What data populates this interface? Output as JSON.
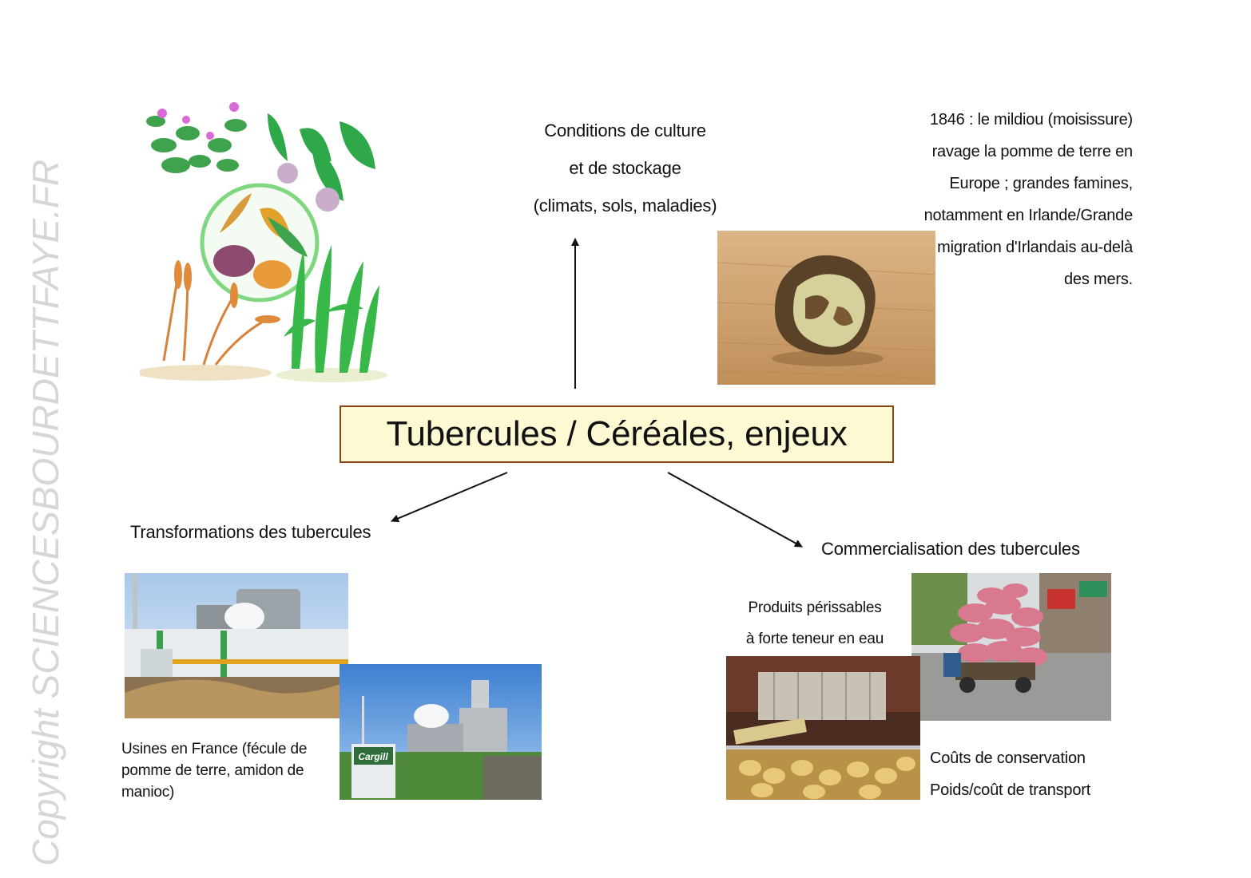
{
  "watermark": "Copyright SCIENCESBOURDETTFAYE.FR",
  "center_title": "Tubercules / Céréales, enjeux",
  "top": {
    "lines": [
      "Conditions de culture",
      "et de stockage",
      "(climats, sols, maladies)"
    ]
  },
  "history_note": {
    "lines": [
      "1846 : le mildiou (moisissure)",
      "ravage la pomme de terre en",
      "Europe ; grandes famines,",
      "notamment en Irlande/Grande",
      "migration d'Irlandais au-delà",
      "des mers."
    ]
  },
  "left_branch": {
    "title": "Transformations des tubercules",
    "caption_lines": [
      "Usines en France (fécule de",
      "pomme de terre, amidon de",
      "manioc)"
    ],
    "factory_sign": "Cargill"
  },
  "right_branch": {
    "title": "Commercialisation des tubercules",
    "perishable_lines": [
      "Produits périssables",
      "à forte teneur en eau"
    ],
    "cost_lines": [
      "Coûts de conservation",
      "Poids/coût de transport"
    ]
  },
  "colors": {
    "box_fill": "#fdf9d2",
    "box_border": "#8a4513",
    "arrow": "#111111"
  }
}
